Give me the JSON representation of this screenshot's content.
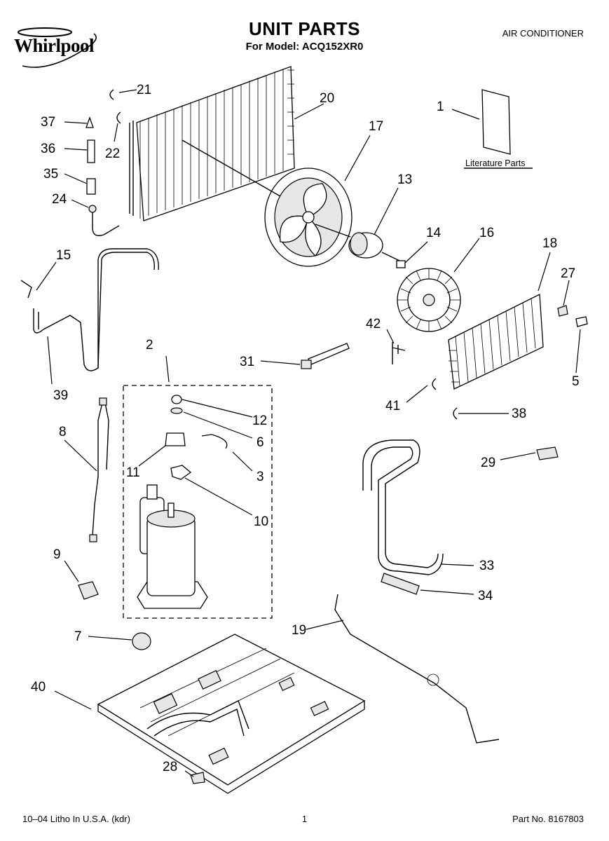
{
  "header": {
    "brand": "Whirlpool",
    "title": "UNIT PARTS",
    "model_line": "For Model: ACQ152XR0",
    "category": "AIR CONDITIONER"
  },
  "literature_label": "Literature Parts",
  "callouts": {
    "c1": "1",
    "c2": "2",
    "c3": "3",
    "c5": "5",
    "c6": "6",
    "c7": "7",
    "c8": "8",
    "c9": "9",
    "c10": "10",
    "c11": "11",
    "c12": "12",
    "c13": "13",
    "c14": "14",
    "c15": "15",
    "c16": "16",
    "c17": "17",
    "c18": "18",
    "c19": "19",
    "c20": "20",
    "c21": "21",
    "c22": "22",
    "c24": "24",
    "c27": "27",
    "c28": "28",
    "c29": "29",
    "c31": "31",
    "c33": "33",
    "c34": "34",
    "c35": "35",
    "c36": "36",
    "c37": "37",
    "c38": "38",
    "c39": "39",
    "c40": "40",
    "c41": "41",
    "c42": "42"
  },
  "footer": {
    "print_info": "10–04 Litho In U.S.A. (kdr)",
    "page_number": "1",
    "part_number": "Part No. 8167803"
  }
}
